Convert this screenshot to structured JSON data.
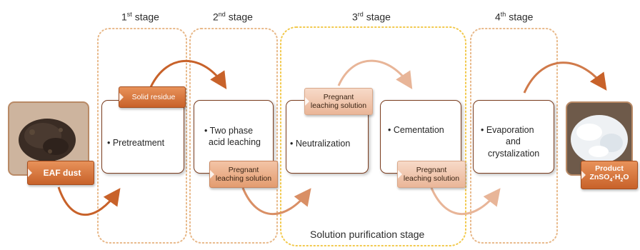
{
  "stages": [
    {
      "base": "1",
      "sup": "st",
      "rest": " stage"
    },
    {
      "base": "2",
      "sup": "nd",
      "rest": " stage"
    },
    {
      "base": "3",
      "sup": "rd",
      "rest": " stage"
    },
    {
      "base": "4",
      "sup": "th",
      "rest": " stage"
    }
  ],
  "input": {
    "label": "EAF dust"
  },
  "steps": {
    "pretreatment": "• Pretreatment",
    "acid_leaching_1": "• Two phase",
    "acid_leaching_2": "acid leaching",
    "neutralization": "• Neutralization",
    "cementation": "• Cementation",
    "evaporation_1": "• Evaporation",
    "evaporation_2": "and",
    "evaporation_3": "crystalization"
  },
  "tags": {
    "solid_residue": "Solid residue",
    "pregnant_1": "Pregnant",
    "pregnant_2": "leaching solution"
  },
  "product": {
    "line1": "Product",
    "line2_base": "ZnSO",
    "line2_sub1": "4",
    "line2_mid": "·H",
    "line2_sub2": "2",
    "line2_end": "O"
  },
  "bottom_label": "Solution purification stage",
  "colors": {
    "accent_dark": "#c8622a",
    "accent_light": "#eab698",
    "stage_border": "#e8b98a",
    "purification_border": "#f2c94c",
    "box_border": "#7a3c1e"
  }
}
